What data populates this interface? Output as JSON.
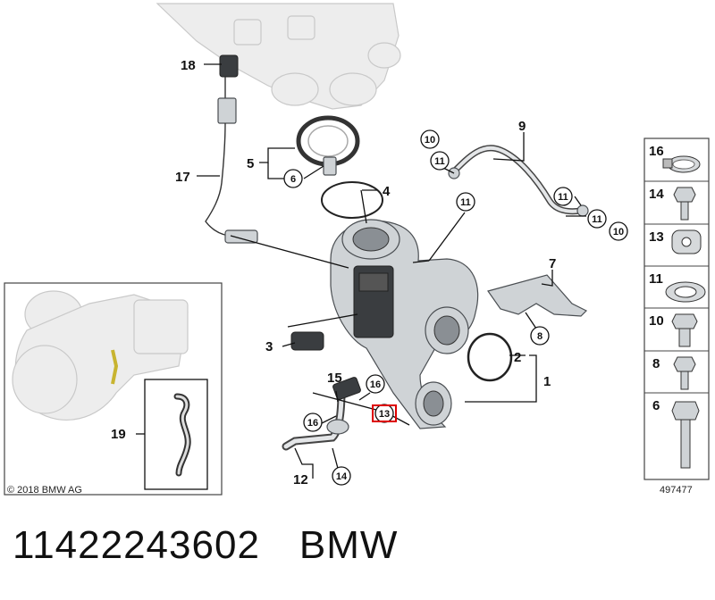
{
  "diagram": {
    "callouts": {
      "c1": "1",
      "c2": "2",
      "c3": "3",
      "c4": "4",
      "c5": "5",
      "c6": "6",
      "c7": "7",
      "c8": "8",
      "c9": "9",
      "c10a": "10",
      "c10b": "10",
      "c11a": "11",
      "c11b": "11",
      "c11c": "11",
      "c11d": "11",
      "c12": "12",
      "c13": "13",
      "c14": "14",
      "c15": "15",
      "c16a": "16",
      "c16b": "16",
      "c17": "17",
      "c18": "18",
      "c19": "19"
    },
    "legend": {
      "items": [
        "16",
        "14",
        "13",
        "11",
        "10",
        "8",
        "6"
      ],
      "code": "497477"
    },
    "inset_copyright": "© 2018 BMW AG"
  },
  "footer": {
    "part_number": "11422243602",
    "brand": "BMW"
  }
}
